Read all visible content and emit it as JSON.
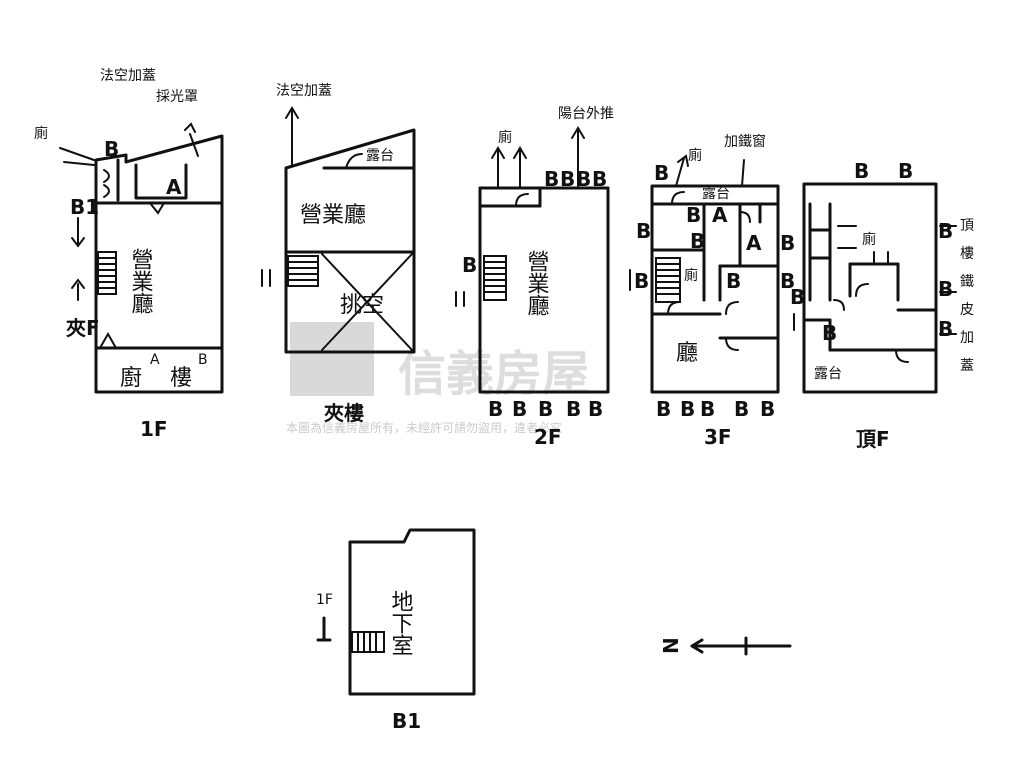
{
  "watermark": {
    "brand": "信義房屋",
    "notice": "本圖為信義房屋所有，未經許可請勿盜用，違者必究"
  },
  "floor_labels": {
    "f1": "1F",
    "mezz": "夾樓",
    "f2": "2F",
    "f3": "3F",
    "roof": "頂F",
    "b1": "B1"
  },
  "notes": {
    "f1_extension": "法空加蓋",
    "f1_skylight": "採光罩",
    "mezz_extension": "法空加蓋",
    "f2_balcony_ext": "陽台外推",
    "f3_iron_add": "加鐵窗",
    "roof_add": [
      "頂",
      "樓",
      "鐵",
      "皮",
      "加",
      "蓋"
    ]
  },
  "rooms": {
    "business_hall": "營業廳",
    "hall": "廳",
    "toilet": "廁",
    "terrace": "露台",
    "atrium": "挑空",
    "basement": "地下室",
    "kitchen": "廚",
    "stair": "樓",
    "stair_mezz": "夾F",
    "up": "上"
  },
  "markers": {
    "b": "B",
    "a": "A",
    "b1": "B1",
    "up1f": "1F"
  },
  "compass": {
    "north": "N"
  }
}
